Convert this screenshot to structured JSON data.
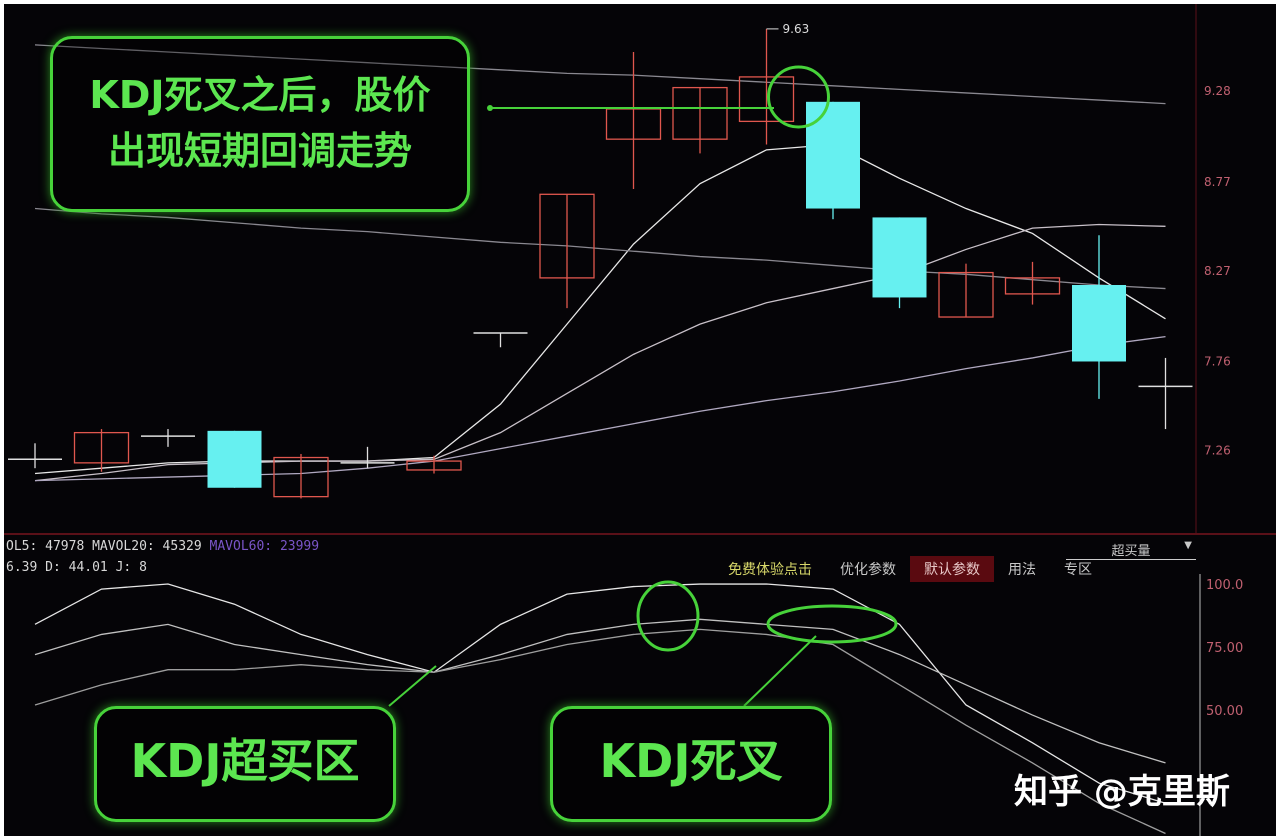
{
  "colors": {
    "up": "#e0574e",
    "down": "#66f0f0",
    "flat": "#e0e0e0",
    "ma5": "#e8e8e8",
    "ma10": "#c8c0c8",
    "ma20": "#b0a8c0",
    "long": "#8a8890",
    "annotation": "#47d23a",
    "k": "#e6e6e6",
    "d": "#c0c0c0",
    "j": "#9e9e9e"
  },
  "header": {
    "vol_line": {
      "vol": "OL5: 47978",
      "mavol20": "MAVOL20: 45329",
      "mavol60": "MAVOL60: 23999"
    },
    "kdj_line": {
      "k": "6.39",
      "d": "D: 44.01",
      "j": "J: 8"
    },
    "tabs": [
      {
        "label": "免费体验点击",
        "state": "free"
      },
      {
        "label": "优化参数",
        "state": ""
      },
      {
        "label": "默认参数",
        "state": "active"
      },
      {
        "label": "用法",
        "state": ""
      },
      {
        "label": "专区",
        "state": ""
      }
    ],
    "dropdown": "超买量"
  },
  "annotations": {
    "top": [
      "KDJ死叉之后，股价",
      "出现短期回调走势"
    ],
    "overbought": "KDJ超买区",
    "deadcross": "KDJ死叉"
  },
  "watermark": "知乎 @克里斯",
  "chart_data": [
    {
      "type": "candlestick",
      "high_label": "9.63",
      "ylim": [
        6.79,
        9.77
      ],
      "yticks": [
        9.28,
        8.77,
        8.27,
        7.76,
        7.26
      ],
      "ytick_labels": [
        "9.28",
        "8.77",
        "8.27",
        "7.76",
        "7.26"
      ],
      "candles": [
        {
          "o": 7.21,
          "c": 7.21,
          "h": 7.3,
          "l": 7.16
        },
        {
          "o": 7.19,
          "c": 7.36,
          "h": 7.38,
          "l": 7.14
        },
        {
          "o": 7.34,
          "c": 7.34,
          "h": 7.38,
          "l": 7.28
        },
        {
          "o": 7.37,
          "c": 7.05,
          "h": 7.37,
          "l": 7.05
        },
        {
          "o": 7.0,
          "c": 7.22,
          "h": 7.24,
          "l": 6.99
        },
        {
          "o": 7.19,
          "c": 7.19,
          "h": 7.28,
          "l": 7.16
        },
        {
          "o": 7.15,
          "c": 7.2,
          "h": 7.23,
          "l": 7.13
        },
        {
          "o": 7.92,
          "c": 7.92,
          "h": 7.92,
          "l": 7.84
        },
        {
          "o": 8.23,
          "c": 8.7,
          "h": 8.7,
          "l": 8.06
        },
        {
          "o": 9.01,
          "c": 9.18,
          "h": 9.5,
          "l": 8.73
        },
        {
          "o": 9.01,
          "c": 9.3,
          "h": 9.3,
          "l": 8.93
        },
        {
          "o": 9.11,
          "c": 9.36,
          "h": 9.63,
          "l": 8.98
        },
        {
          "o": 9.22,
          "c": 8.62,
          "h": 9.22,
          "l": 8.56
        },
        {
          "o": 8.57,
          "c": 8.12,
          "h": 8.57,
          "l": 8.06
        },
        {
          "o": 8.01,
          "c": 8.26,
          "h": 8.31,
          "l": 8.01
        },
        {
          "o": 8.14,
          "c": 8.23,
          "h": 8.32,
          "l": 8.08
        },
        {
          "o": 8.19,
          "c": 7.76,
          "h": 8.47,
          "l": 7.55
        },
        {
          "o": 7.62,
          "c": 7.62,
          "h": 7.78,
          "l": 7.38
        }
      ],
      "series": [
        {
          "key": "ma5",
          "values": [
            7.13,
            7.16,
            7.19,
            7.2,
            7.2,
            7.2,
            7.22,
            7.52,
            7.97,
            8.42,
            8.76,
            8.95,
            8.98,
            8.79,
            8.62,
            8.48,
            8.23,
            8.0
          ]
        },
        {
          "key": "ma10",
          "values": [
            7.09,
            7.13,
            7.18,
            7.19,
            7.2,
            7.2,
            7.21,
            7.36,
            7.58,
            7.8,
            7.97,
            8.09,
            8.17,
            8.25,
            8.39,
            8.51,
            8.53,
            8.52
          ]
        },
        {
          "key": "ma20",
          "values": [
            7.09,
            7.1,
            7.11,
            7.12,
            7.13,
            7.16,
            7.2,
            7.27,
            7.34,
            7.41,
            7.48,
            7.54,
            7.59,
            7.65,
            7.72,
            7.78,
            7.85,
            7.9
          ]
        },
        {
          "key": "long",
          "values": [
            9.54,
            9.52,
            9.5,
            9.48,
            9.46,
            9.44,
            9.42,
            9.4,
            9.38,
            9.37,
            9.35,
            9.33,
            9.31,
            9.29,
            9.27,
            9.25,
            9.23,
            9.21
          ]
        },
        {
          "key": "long",
          "values": [
            8.62,
            8.59,
            8.57,
            8.54,
            8.51,
            8.49,
            8.46,
            8.43,
            8.41,
            8.38,
            8.35,
            8.33,
            8.3,
            8.27,
            8.25,
            8.22,
            8.19,
            8.17
          ]
        }
      ]
    },
    {
      "type": "line",
      "ylim": [
        0,
        102
      ],
      "yticks": [
        100,
        75,
        50
      ],
      "ytick_labels": [
        "100.0",
        "75.00",
        "50.00"
      ],
      "series": [
        {
          "key": "k",
          "values": [
            84,
            98,
            100,
            92,
            80,
            72,
            65,
            84,
            96,
            99,
            100,
            100,
            98,
            84,
            52,
            37,
            21,
            13
          ]
        },
        {
          "key": "d",
          "values": [
            72,
            80,
            84,
            76,
            72,
            68,
            65,
            72,
            80,
            84,
            86,
            84,
            82,
            72,
            60,
            48,
            37,
            29
          ]
        },
        {
          "key": "j",
          "values": [
            52,
            60,
            66,
            66,
            68,
            66,
            65,
            70,
            76,
            80,
            82,
            80,
            76,
            60,
            44,
            29,
            13,
            1
          ]
        }
      ]
    }
  ]
}
